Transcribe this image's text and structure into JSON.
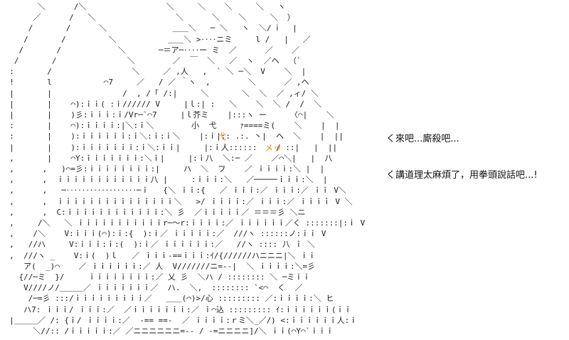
{
  "art": {
    "lines": [
      "        ＼      /＼                 ＼     ＼    ＼     ＼   ヽ",
      "       ／      /   ＼                 ＼      ＼    ＼     ＼  ）",
      "      /       /      ＼              ＿＿＼   ─ ＼   ヽ  ＼/ ⅰ   |",
      "     /       /         ＼           ＿＿＼ >‥‥ニミ     l /   |   ／",
      "    /       /            ＼       ─＝ア─‥‥ー ミ  ／      ／    ／",
      "   /       /               ＼        ／  ￣  ＼   ／  ヽ  ／ヘ  （`",
      "  :       /                 ＼     ／ ,人   ,  ` ＼ ─＼  V    ＼  |",
      "  !       l           ⌒7     ／   / ／ ｀ヽ  ,        ＼      ／ ,ヘ",
      "  |       |               /  , /「 /:|     ＼       ＼  ＼  ／ ,ィ/ ＼",
      "  |       |    ⌒):ｉｉ( :ｉ////// V     |ｌ:| :   ＼    ＼  ＼ /  /  ＼",
      "  |       |    )彡:ｉｉｉ:ｉ/Vr─`⌒7     |ｌ芥ミ    |:::ヽ ー     〈⌒|    ＼",
      "  :       |    ⌒):ｉｉｉｉ:|＼:ｉ＼        小  弋     ｧ====ミ(    ＼    |  |",
      "  :       |    ):ｉｉｉｉｉｉ:ｉ＼:ｉ:ｉ＼    |:ｉ|:: .:. 丶|  ヘ  ＼    |  ||",
      "  |       |    ):ｉｉｉｉｉｉｉ:ｉ＼:ｉｉ|     |:ｉ人::::::    / ::|   |  ||",
      "  ,       |    ⌒Y:ｉｉｉｉｉｉｉ:＼ｉ|     |:ｉ八  ＼:─ ／    ／⌒＼|   |  八",
      "  ,      ,   )⌒=彡:ｉｉｉｉｉｉｉｉ:|     ハ  ＼  フ    ／ ｉｉｉｉ:＼ |  |",
      "  ,      ,  ｉｉｉｉｉｉｉｉｉｉｉｉ八 |     :ｉｉｉ:＼   ／─────ｉｉｉ:＼  |",
      "  ,      ,   ─‥‥‥‥‥‥‥‥‥─ｉ   {＼ ｉｉ:{   ／ ｉｉｉ:／ ｉｉｉ:／ ｉｉ V＼",
      "  ,      ,  ｉｉｉｉｉｉｉｉｉｉｉｉｉｉｉ＼   >/ ｉｉｉｉ:／ ｉｉｉ:／ ｉｉｉｉ V ＼",
      "  ,      ,  C:ｉｉｉｉｉｉｉｉｉｉｉｉ:＼ 彡  ／ｉｉｉｉｉ／ ＝＝＝彡 ＼ニ",
      "  ,     /＼   ＼ ｉｉｉｉｉｉｉｉｉｉｉr─〜r:ｉｉｉｉ:／ ｉｉｉｉｉｉ／く :::::::|:ｉ V",
      "  ,    /＼    V:ｉｉｉ(⌒):ｉ:{  ):ｉ／ ｉｉｉｉｉ:／  ///ヽ ::::::ノ:ｉｉ V",
      "  ,   //ハ     V:ｉｉｉ:ｉ:(  ):ｉ／ ｉｉｉｉｉｉ:／   //ヽ :::: 八 ｉ ＼",
      "  ,  ///ヽ _    V:ｉ(  )ｌ   ／ ｉｉｉ-==ｉｉｉ:ｲ/{//////ハニニニ|＼ ｉｉ",
      "     ア(  _)⌒    ／ ｉｉｉｉｉｉ:／ 人  V///////ニ=--|  ＼ ｉｉｉｉ:＼=彡",
      "    {//─ミ  }/     ｉｉｉｉｉｉｉｉ:／ 乂 彡  ＼ハ / :::::::: ＼ ─ミｉｉ",
      "     V////ノ/＿＿＿／ ｉｉｉｉｉｉｉ／  ハ.  ＼,  :::::::: `<⌒  く  ／",
      "      /─=彡 :::/ｉｉｉｉｉｉｉｉｉ／   ＿＿(⌒)>/心 ::::::::: ／:ｉｉｉｉ:＼ ヒ",
      "     ハ7: ｉｉｉ/ ｉｉｉ:／  ／ｉｉｉｉｉｉｉ:／ ｉ⌒込 ::::::::: ｲ:ｉｉｉｉｉｉ(ｉｉ",
      "  |＿＿＿／ /: {ｉ/ ｉｉｉｉ:／  -== ==-  ／ ｉｉｉｉ:ｒミ＼_／/) <:ｉｉｉｉｉｉ人:ｉ",
      "       ＼//:: /ｉｉｉｉｉ:／ ／ニニニニニニ=-- / -=ニニニニ]/＼ ｉｉ(⌒Y⌒`ｉｉｉ"
    ],
    "sfx_a": "弋",
    "sfx_b": "メッ",
    "sfx_color": "#e08a1e"
  },
  "dialogue": {
    "line1": "く來吧...廝殺吧...",
    "line2": "く講道理太麻煩了，用拳頭說話吧...!"
  }
}
